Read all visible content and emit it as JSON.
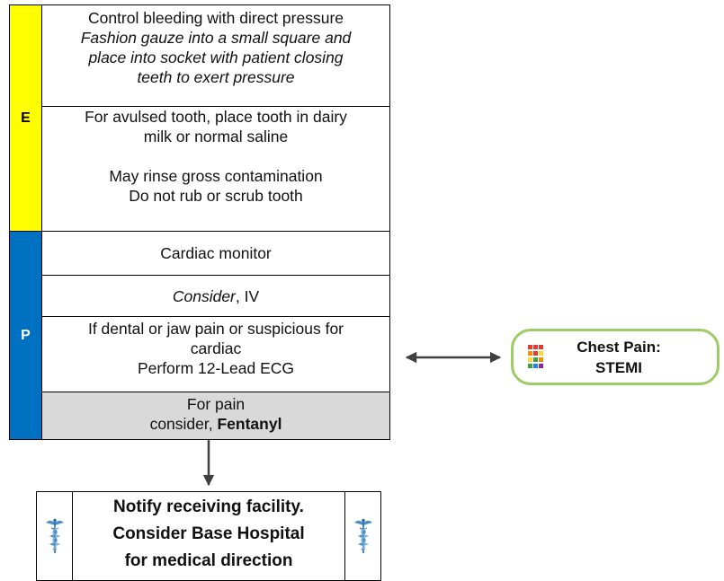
{
  "sections": {
    "e": {
      "label": "E",
      "color": "#ffff00",
      "rows": [
        {
          "lines": [
            {
              "text": "Control bleeding with direct pressure",
              "style": "normal"
            },
            {
              "text": "Fashion gauze into a small square and",
              "style": "italic"
            },
            {
              "text": "place into socket with patient closing",
              "style": "italic"
            },
            {
              "text": "teeth to exert pressure",
              "style": "italic"
            }
          ]
        },
        {
          "lines": [
            {
              "text": "For avulsed tooth, place tooth in dairy",
              "style": "normal"
            },
            {
              "text": "milk or normal saline",
              "style": "normal"
            },
            {
              "text": "",
              "style": "normal"
            },
            {
              "text": "May rinse gross contamination",
              "style": "normal"
            },
            {
              "text": "Do not rub or scrub tooth",
              "style": "normal"
            }
          ]
        }
      ]
    },
    "p": {
      "label": "P",
      "color": "#0070c0",
      "rows": [
        {
          "text": "Cardiac monitor"
        },
        {
          "italic": "Consider",
          "rest": ", IV"
        },
        {
          "lines": [
            "If dental or jaw pain or suspicious for",
            "cardiac",
            "Perform 12-Lead ECG"
          ]
        },
        {
          "line1": "For pain",
          "prefix": "consider, ",
          "bold": "Fentanyl",
          "fill": "#d9d9d9"
        }
      ]
    }
  },
  "link": {
    "line1": "Chest Pain:",
    "line2": "STEMI",
    "border_color": "#9ccc65",
    "icon": "color-grid-icon"
  },
  "notify": {
    "lines": [
      "Notify receiving facility.",
      "Consider Base Hospital",
      "for medical direction"
    ],
    "icon": "caduceus-icon"
  }
}
